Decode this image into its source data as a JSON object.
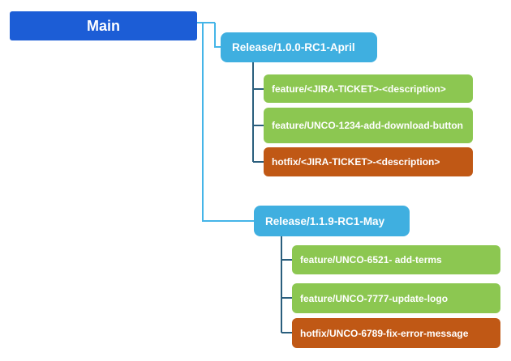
{
  "colors": {
    "main_node": "#1c5dd6",
    "release_node": "#3fafe0",
    "feature_node": "#8cc751",
    "hotfix_node": "#c05815",
    "connector_light": "#45b5e8",
    "connector_dark": "#2a5e7d",
    "node_text": "#ffffff",
    "background": "#ffffff"
  },
  "tree": {
    "root": {
      "label": "Main",
      "kind": "main"
    },
    "releases": [
      {
        "label": "Release/1.0.0-RC1-April",
        "kind": "release",
        "children": [
          {
            "label": "feature/<JIRA-TICKET>-<description>",
            "kind": "feature"
          },
          {
            "label": "feature/UNCO-1234-add-download-button",
            "kind": "feature"
          },
          {
            "label": "hotfix/<JIRA-TICKET>-<description>",
            "kind": "hotfix"
          }
        ]
      },
      {
        "label": "Release/1.1.9-RC1-May",
        "kind": "release",
        "children": [
          {
            "label": "feature/UNCO-6521- add-terms",
            "kind": "feature"
          },
          {
            "label": "feature/UNCO-7777-update-logo",
            "kind": "feature"
          },
          {
            "label": "hotfix/UNCO-6789-fix-error-message",
            "kind": "hotfix"
          }
        ]
      }
    ]
  }
}
